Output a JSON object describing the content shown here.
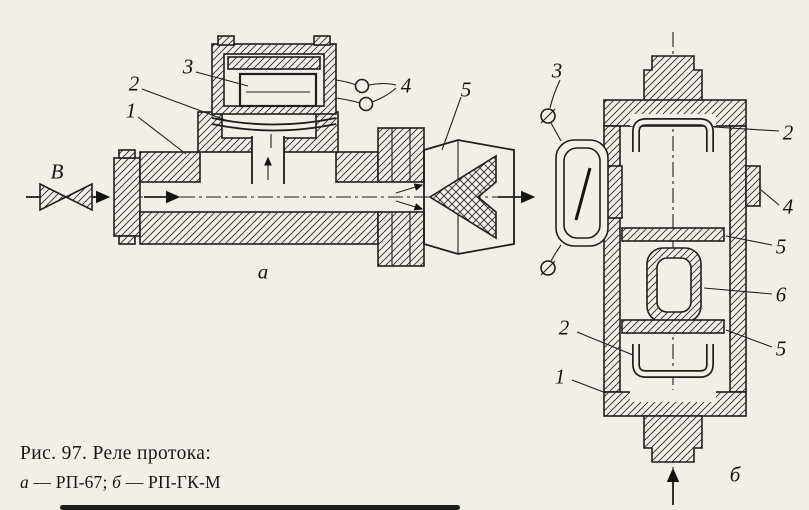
{
  "figure": {
    "caption": {
      "line1": "Рис. 97. Реле протока:",
      "a_key": "а",
      "a_value": " — РП-67; ",
      "b_key": "б",
      "b_value": " — РП-ГК-М"
    }
  },
  "diagram_a": {
    "sublabel": "а",
    "labels": {
      "valve": "В",
      "l1": "1",
      "l2": "2",
      "l3": "3",
      "l4": "4",
      "l5": "5"
    }
  },
  "diagram_b": {
    "sublabel": "б",
    "labels": {
      "l1": "1",
      "l2_top": "2",
      "l2_bottom": "2",
      "l3": "3",
      "l4": "4",
      "l5_upper": "5",
      "l5_lower": "5",
      "l6": "6"
    }
  }
}
